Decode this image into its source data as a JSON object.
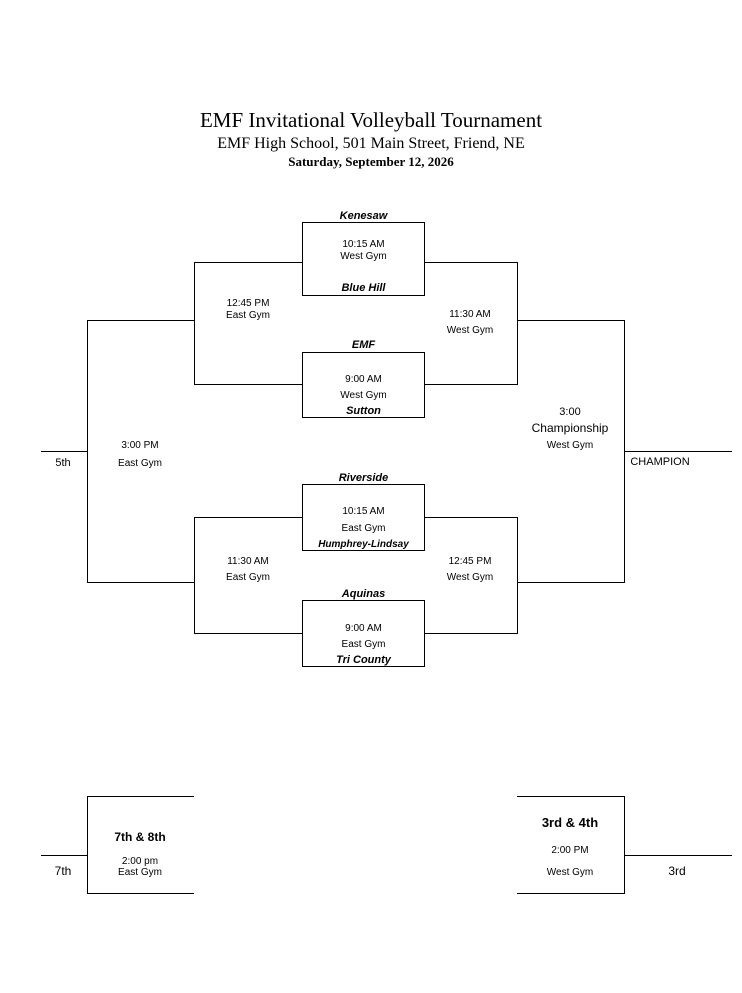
{
  "header": {
    "title": "EMF Invitational Volleyball Tournament",
    "subtitle": "EMF High School, 501 Main Street, Friend, NE",
    "date": "Saturday, September 12, 2026"
  },
  "round1": [
    {
      "top_team": "Kenesaw",
      "time": "10:15 AM",
      "gym": "West Gym",
      "bottom_team": "Blue Hill"
    },
    {
      "top_team": "EMF",
      "time": "9:00 AM",
      "gym": "West Gym",
      "bottom_team": "Sutton"
    },
    {
      "top_team": "Riverside",
      "time": "10:15 AM",
      "gym": "East Gym",
      "bottom_team": "Humphrey-Lindsay"
    },
    {
      "top_team": "Aquinas",
      "time": "9:00 AM",
      "gym": "East Gym",
      "bottom_team": "Tri County"
    }
  ],
  "consolation": {
    "upper": {
      "time": "12:45 PM",
      "gym": "East Gym"
    },
    "lower": {
      "time": "11:30 AM",
      "gym": "East Gym"
    },
    "fifth_game": {
      "time": "3:00 PM",
      "gym": "East Gym"
    },
    "fifth_label": "5th"
  },
  "winners": {
    "upper": {
      "time": "11:30 AM",
      "gym": "West Gym"
    },
    "lower": {
      "time": "12:45 PM",
      "gym": "West Gym"
    },
    "championship": {
      "time": "3:00",
      "label": "Championship",
      "gym": "West Gym"
    },
    "champion_label": "CHAMPION"
  },
  "placement": {
    "seventh_eighth": {
      "title": "7th & 8th",
      "time": "2:00 pm",
      "gym": "East Gym",
      "result_label": "7th"
    },
    "third_fourth": {
      "title": "3rd & 4th",
      "time": "2:00 PM",
      "gym": "West Gym",
      "result_label": "3rd"
    }
  }
}
